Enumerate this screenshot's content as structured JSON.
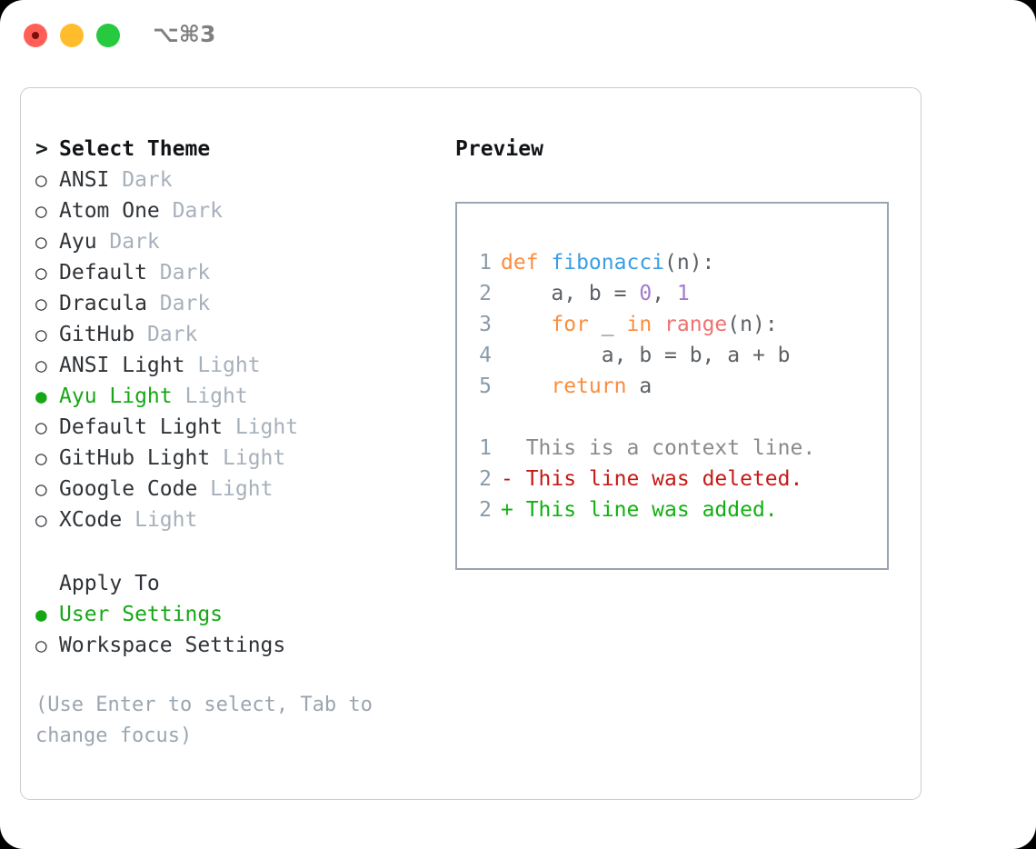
{
  "titlebar": {
    "shortcut": "⌥⌘3",
    "buttons": {
      "close": "close",
      "minimize": "minimize",
      "maximize": "maximize"
    }
  },
  "theme_picker": {
    "header": {
      "caret": ">",
      "label": "Select Theme"
    },
    "markers": {
      "selected": "●",
      "unselected": "○"
    },
    "items": [
      {
        "marker": "○",
        "label": "ANSI",
        "variant": " Dark",
        "selected": false
      },
      {
        "marker": "○",
        "label": "Atom One",
        "variant": " Dark",
        "selected": false
      },
      {
        "marker": "○",
        "label": "Ayu",
        "variant": " Dark",
        "selected": false
      },
      {
        "marker": "○",
        "label": "Default",
        "variant": " Dark",
        "selected": false
      },
      {
        "marker": "○",
        "label": "Dracula",
        "variant": " Dark",
        "selected": false
      },
      {
        "marker": "○",
        "label": "GitHub",
        "variant": " Dark",
        "selected": false
      },
      {
        "marker": "○",
        "label": "ANSI Light",
        "variant": " Light",
        "selected": false
      },
      {
        "marker": "●",
        "label": "Ayu Light",
        "variant": " Light",
        "selected": true
      },
      {
        "marker": "○",
        "label": "Default Light",
        "variant": " Light",
        "selected": false
      },
      {
        "marker": "○",
        "label": "GitHub Light",
        "variant": " Light",
        "selected": false
      },
      {
        "marker": "○",
        "label": "Google Code",
        "variant": " Light",
        "selected": false
      },
      {
        "marker": "○",
        "label": "XCode",
        "variant": " Light",
        "selected": false
      }
    ]
  },
  "apply_to": {
    "header": "Apply To",
    "items": [
      {
        "marker": "●",
        "label": "User Settings",
        "selected": true
      },
      {
        "marker": "○",
        "label": "Workspace Settings",
        "selected": false
      }
    ]
  },
  "hint": "(Use Enter to select, Tab to change focus)",
  "preview": {
    "title": "Preview",
    "code_lines": [
      {
        "no": "1",
        "tokens": [
          {
            "t": "def ",
            "c": "kw"
          },
          {
            "t": "fibonacci",
            "c": "fn"
          },
          {
            "t": "(n):",
            "c": "plain"
          }
        ]
      },
      {
        "no": "2",
        "tokens": [
          {
            "t": "    a, b = ",
            "c": "plain"
          },
          {
            "t": "0",
            "c": "num"
          },
          {
            "t": ", ",
            "c": "plain"
          },
          {
            "t": "1",
            "c": "num"
          }
        ]
      },
      {
        "no": "3",
        "tokens": [
          {
            "t": "    ",
            "c": "plain"
          },
          {
            "t": "for",
            "c": "kw"
          },
          {
            "t": " _ ",
            "c": "plain"
          },
          {
            "t": "in",
            "c": "kw"
          },
          {
            "t": " ",
            "c": "plain"
          },
          {
            "t": "range",
            "c": "call"
          },
          {
            "t": "(n):",
            "c": "plain"
          }
        ]
      },
      {
        "no": "4",
        "tokens": [
          {
            "t": "        a, b = b, a + b",
            "c": "plain"
          }
        ]
      },
      {
        "no": "5",
        "tokens": [
          {
            "t": "    ",
            "c": "plain"
          },
          {
            "t": "return",
            "c": "kw"
          },
          {
            "t": " a",
            "c": "plain"
          }
        ]
      }
    ],
    "diff_lines": [
      {
        "no": "1",
        "sign": "  ",
        "text": "This is a context line.",
        "kind": "ctx"
      },
      {
        "no": "2",
        "sign": "- ",
        "text": "This line was deleted.",
        "kind": "del"
      },
      {
        "no": "2",
        "sign": "+ ",
        "text": "This line was added.",
        "kind": "add"
      }
    ]
  },
  "colors": {
    "accent_green": "#16a814",
    "keyword": "#fa8d3e",
    "function": "#399ee6",
    "number": "#a37acc",
    "call": "#f07171",
    "muted": "#a7b0bb",
    "diff_deleted": "#c41a16",
    "diff_added": "#12b012"
  }
}
